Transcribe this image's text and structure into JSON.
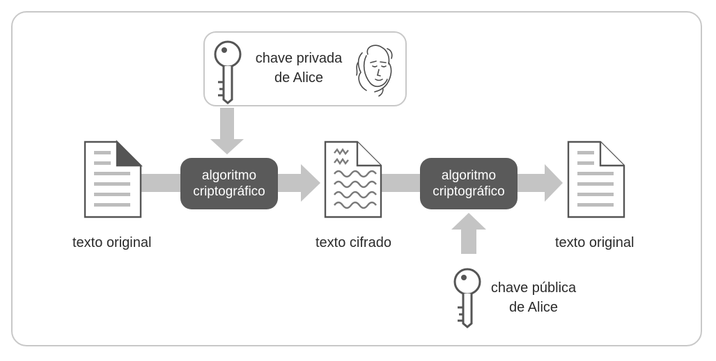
{
  "private_key": {
    "line1": "chave privada",
    "line2": "de Alice"
  },
  "public_key": {
    "line1": "chave pública",
    "line2": "de Alice"
  },
  "algorithm_1": {
    "line1": "algoritmo",
    "line2": "criptográfico"
  },
  "algorithm_2": {
    "line1": "algoritmo",
    "line2": "criptográfico"
  },
  "documents": {
    "original_left": "texto original",
    "cipher": "texto cifrado",
    "original_right": "texto original"
  },
  "icons": [
    "key-icon",
    "woman-face-icon",
    "document-icon",
    "ciphered-document-icon",
    "arrow-icon"
  ],
  "colors": {
    "arrow": "#c4c4c4",
    "algorithm_box": "#5a5a5a",
    "frame": "#c8c8c8",
    "icon_stroke": "#555555"
  }
}
